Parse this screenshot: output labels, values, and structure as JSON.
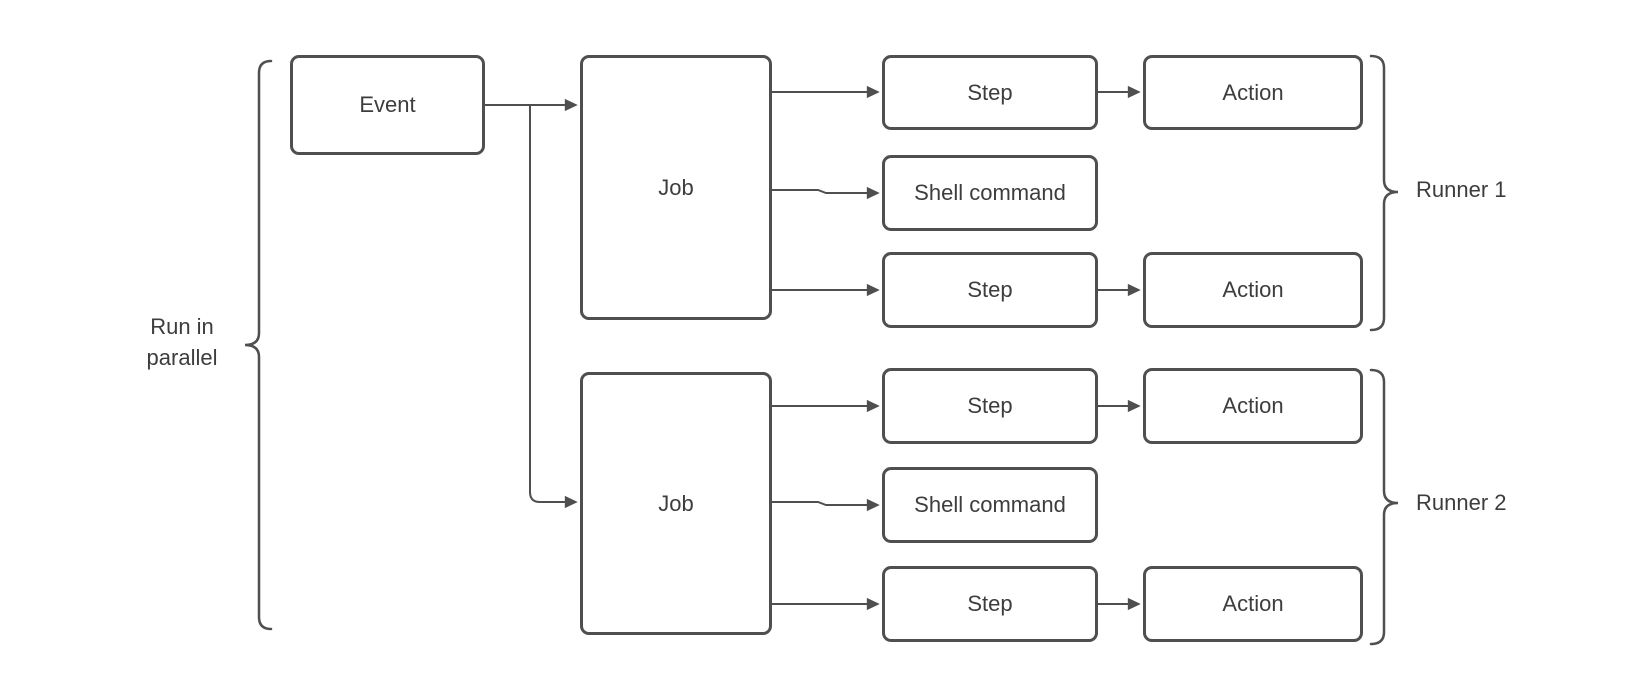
{
  "nodes": {
    "event": {
      "label": "Event"
    },
    "job1": {
      "label": "Job"
    },
    "job2": {
      "label": "Job"
    },
    "step1": {
      "label": "Step"
    },
    "shell1": {
      "label": "Shell command"
    },
    "step2": {
      "label": "Step"
    },
    "action1": {
      "label": "Action"
    },
    "action2": {
      "label": "Action"
    },
    "step3": {
      "label": "Step"
    },
    "shell2": {
      "label": "Shell command"
    },
    "step4": {
      "label": "Step"
    },
    "action3": {
      "label": "Action"
    },
    "action4": {
      "label": "Action"
    }
  },
  "annotations": {
    "parallel_line1": "Run in",
    "parallel_line2": "parallel",
    "runner1": "Runner 1",
    "runner2": "Runner 2"
  },
  "edges": [
    {
      "from": "event",
      "to": "job1"
    },
    {
      "from": "event",
      "to": "job2"
    },
    {
      "from": "job1",
      "to": "step1"
    },
    {
      "from": "job1",
      "to": "shell1"
    },
    {
      "from": "job1",
      "to": "step2"
    },
    {
      "from": "step1",
      "to": "action1"
    },
    {
      "from": "step2",
      "to": "action2"
    },
    {
      "from": "job2",
      "to": "step3"
    },
    {
      "from": "job2",
      "to": "shell2"
    },
    {
      "from": "job2",
      "to": "step4"
    },
    {
      "from": "step3",
      "to": "action3"
    },
    {
      "from": "step4",
      "to": "action4"
    }
  ],
  "groups": [
    {
      "label": "Run in parallel",
      "contains": [
        "job1",
        "job2"
      ]
    },
    {
      "label": "Runner 1",
      "contains": [
        "job1",
        "step1",
        "shell1",
        "step2",
        "action1",
        "action2"
      ]
    },
    {
      "label": "Runner 2",
      "contains": [
        "job2",
        "step3",
        "shell2",
        "step4",
        "action3",
        "action4"
      ]
    }
  ],
  "colors": {
    "stroke": "#4f4f4f",
    "text": "#3d3d3d",
    "background": "#ffffff"
  }
}
